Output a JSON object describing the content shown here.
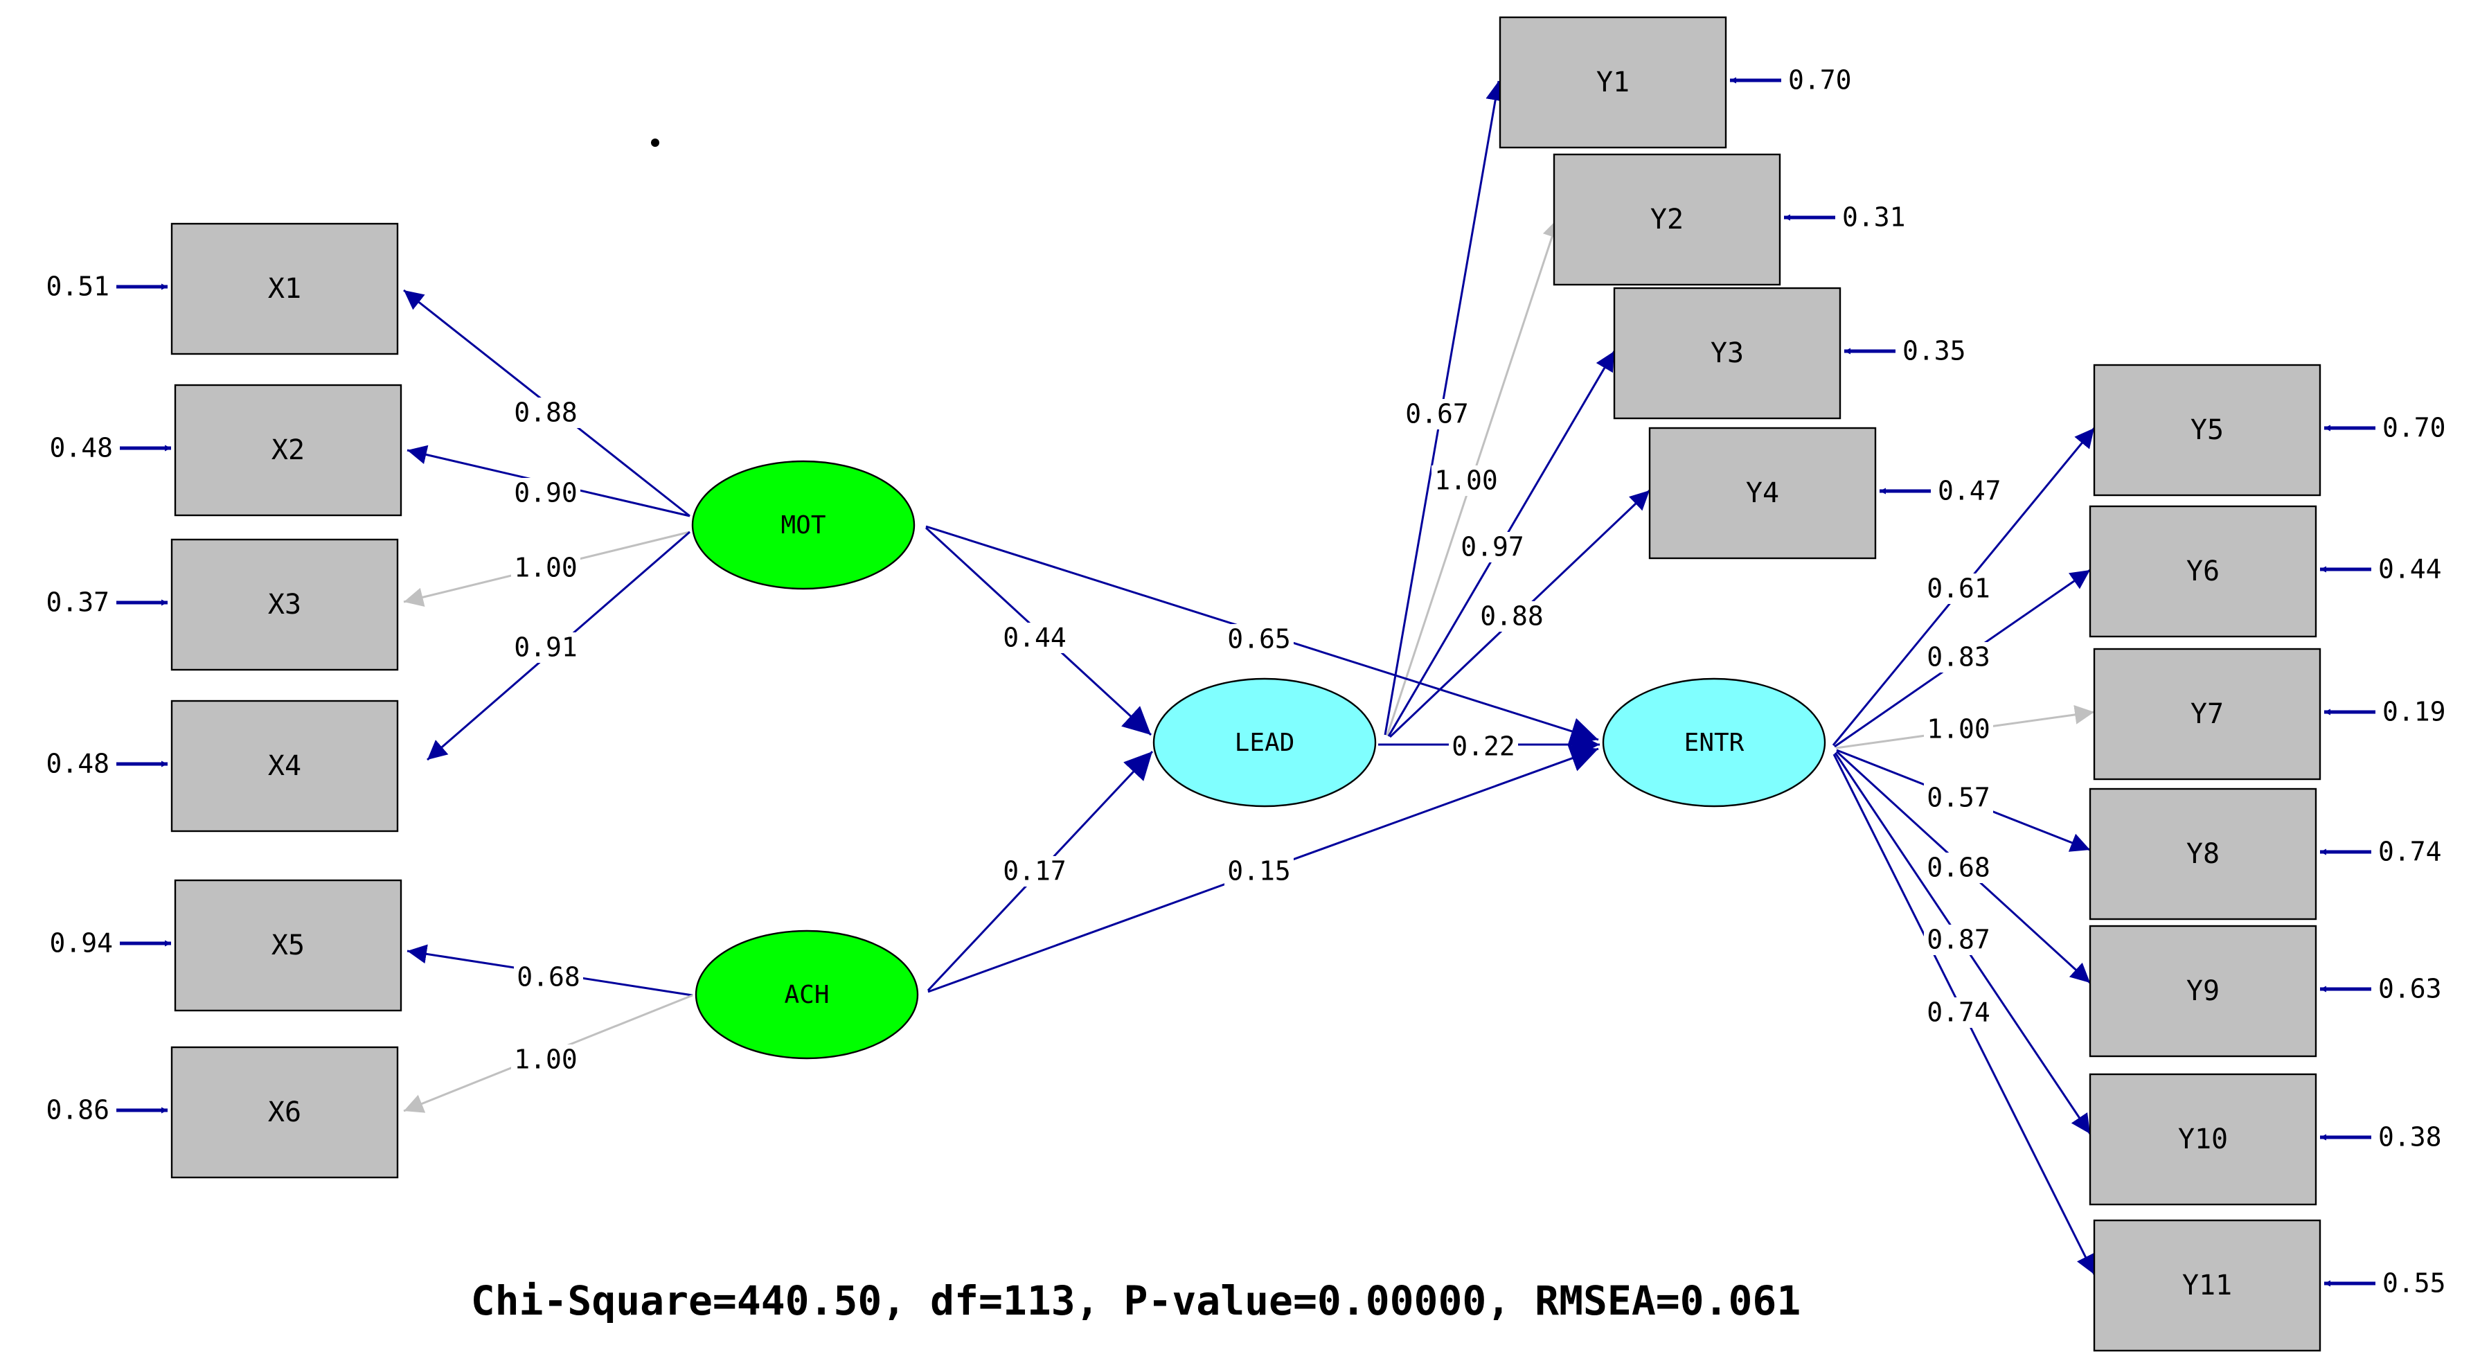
{
  "exogenous_latents": [
    {
      "id": "MOT",
      "label": "MOT"
    },
    {
      "id": "ACH",
      "label": "ACH"
    }
  ],
  "endogenous_latents": [
    {
      "id": "LEAD",
      "label": "LEAD"
    },
    {
      "id": "ENTR",
      "label": "ENTR"
    }
  ],
  "x_indicators": [
    {
      "id": "X1",
      "label": "X1",
      "error": "0.51"
    },
    {
      "id": "X2",
      "label": "X2",
      "error": "0.48"
    },
    {
      "id": "X3",
      "label": "X3",
      "error": "0.37"
    },
    {
      "id": "X4",
      "label": "X4",
      "error": "0.48"
    },
    {
      "id": "X5",
      "label": "X5",
      "error": "0.94"
    },
    {
      "id": "X6",
      "label": "X6",
      "error": "0.86"
    }
  ],
  "y_indicators": [
    {
      "id": "Y1",
      "label": "Y1",
      "error": "0.70"
    },
    {
      "id": "Y2",
      "label": "Y2",
      "error": "0.31"
    },
    {
      "id": "Y3",
      "label": "Y3",
      "error": "0.35"
    },
    {
      "id": "Y4",
      "label": "Y4",
      "error": "0.47"
    },
    {
      "id": "Y5",
      "label": "Y5",
      "error": "0.70"
    },
    {
      "id": "Y6",
      "label": "Y6",
      "error": "0.44"
    },
    {
      "id": "Y7",
      "label": "Y7",
      "error": "0.19"
    },
    {
      "id": "Y8",
      "label": "Y8",
      "error": "0.74"
    },
    {
      "id": "Y9",
      "label": "Y9",
      "error": "0.63"
    },
    {
      "id": "Y10",
      "label": "Y10",
      "error": "0.38"
    },
    {
      "id": "Y11",
      "label": "Y11",
      "error": "0.55"
    }
  ],
  "loadings": [
    {
      "from": "MOT",
      "to": "X1",
      "value": "0.88",
      "fixed": false
    },
    {
      "from": "MOT",
      "to": "X2",
      "value": "0.90",
      "fixed": false
    },
    {
      "from": "MOT",
      "to": "X3",
      "value": "1.00",
      "fixed": true
    },
    {
      "from": "MOT",
      "to": "X4",
      "value": "0.91",
      "fixed": false
    },
    {
      "from": "ACH",
      "to": "X5",
      "value": "0.68",
      "fixed": false
    },
    {
      "from": "ACH",
      "to": "X6",
      "value": "1.00",
      "fixed": true
    },
    {
      "from": "LEAD",
      "to": "Y1",
      "value": "0.67",
      "fixed": false
    },
    {
      "from": "LEAD",
      "to": "Y2",
      "value": "1.00",
      "fixed": true
    },
    {
      "from": "LEAD",
      "to": "Y3",
      "value": "0.97",
      "fixed": false
    },
    {
      "from": "LEAD",
      "to": "Y4",
      "value": "0.88",
      "fixed": false
    },
    {
      "from": "ENTR",
      "to": "Y5",
      "value": "0.61",
      "fixed": false
    },
    {
      "from": "ENTR",
      "to": "Y6",
      "value": "0.83",
      "fixed": false
    },
    {
      "from": "ENTR",
      "to": "Y7",
      "value": "1.00",
      "fixed": true
    },
    {
      "from": "ENTR",
      "to": "Y8",
      "value": "0.57",
      "fixed": false
    },
    {
      "from": "ENTR",
      "to": "Y9",
      "value": "0.68",
      "fixed": false
    },
    {
      "from": "ENTR",
      "to": "Y10",
      "value": "0.87",
      "fixed": false
    },
    {
      "from": "ENTR",
      "to": "Y11",
      "value": "0.74",
      "fixed": false
    }
  ],
  "structural_paths": [
    {
      "from": "MOT",
      "to": "LEAD",
      "value": "0.44"
    },
    {
      "from": "MOT",
      "to": "ENTR",
      "value": "0.65"
    },
    {
      "from": "ACH",
      "to": "LEAD",
      "value": "0.17"
    },
    {
      "from": "ACH",
      "to": "ENTR",
      "value": "0.15"
    },
    {
      "from": "LEAD",
      "to": "ENTR",
      "value": "0.22"
    }
  ],
  "fit_statistics": "Chi-Square=440.50, df=113, P-value=0.00000, RMSEA=0.061",
  "colors": {
    "exogenous_fill": "#00ff00",
    "endogenous_fill": "#80ffff",
    "indicator_fill": "#c0c0c0",
    "path_color": "#00009c",
    "fixed_path_color": "#c0c0c0"
  }
}
